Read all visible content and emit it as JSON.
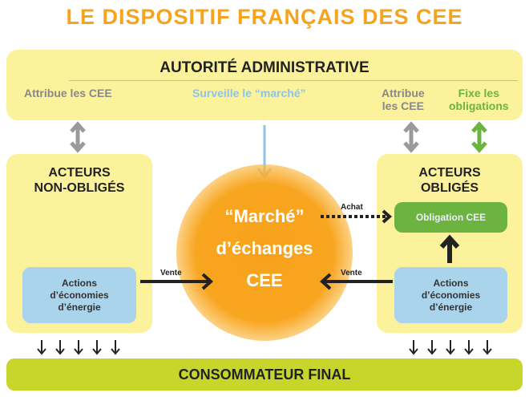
{
  "title": "LE DISPOSITIF FRANÇAIS DES CEE",
  "authority": {
    "title": "AUTORITÉ ADMINISTRATIVE",
    "left_label": "Attribue les CEE",
    "center_label": "Surveille le “marché”",
    "right_label_1": "Attribue",
    "right_label_2": "les CEE",
    "right_label_3": "Fixe les",
    "right_label_4": "obligations"
  },
  "non_obliges": {
    "title_1": "ACTEURS",
    "title_2": "NON-OBLIGÉS",
    "actions_1": "Actions",
    "actions_2": "d’économies",
    "actions_3": "d’énergie"
  },
  "obliges": {
    "title_1": "ACTEURS",
    "title_2": "OBLIGÉS",
    "obligation": "Obligation CEE",
    "actions_1": "Actions",
    "actions_2": "d’économies",
    "actions_3": "d’énergie"
  },
  "market": {
    "line1": "“Marché”",
    "line2": "d’échanges",
    "line3": "CEE"
  },
  "arrows": {
    "achat": "Achat",
    "vente_left": "Vente",
    "vente_right": "Vente"
  },
  "consumer": "CONSOMMATEUR FINAL",
  "colors": {
    "title": "#f5a41e",
    "panel": "#fcf29b",
    "blue_box": "#a9d4ec",
    "green": "#6cb33f",
    "market": "#f7a21b",
    "consumer": "#c8d62b",
    "gray_arrow": "#9a9a9a",
    "blue_arrow": "#8fc3e6"
  }
}
